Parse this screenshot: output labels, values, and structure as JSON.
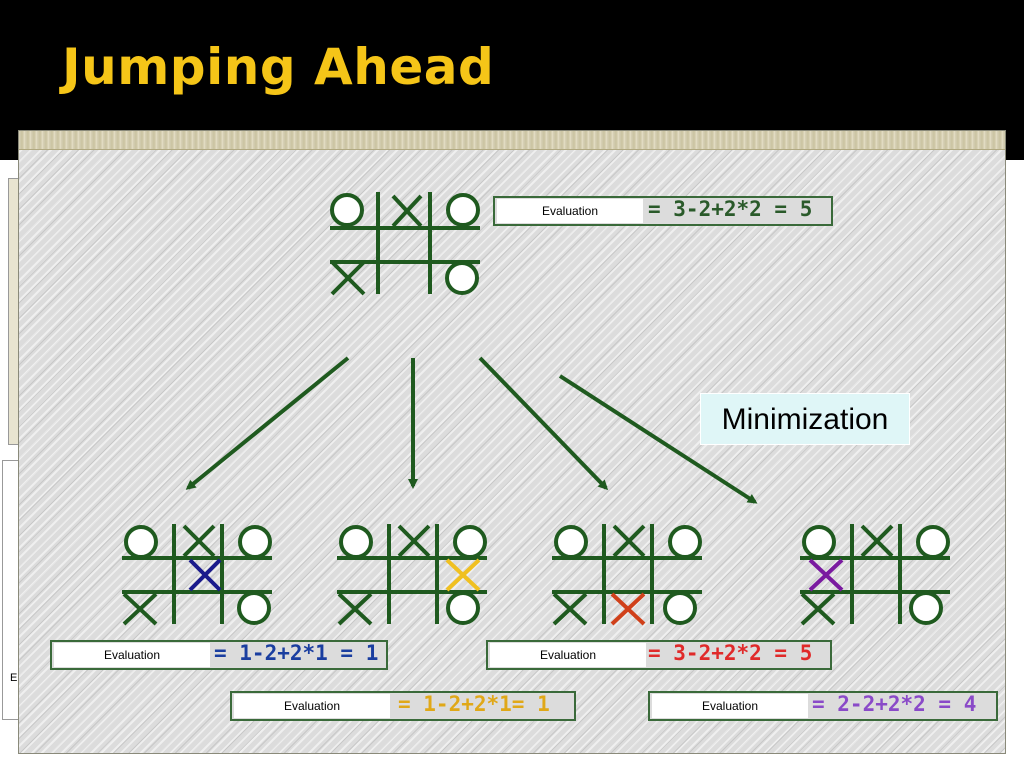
{
  "slide": {
    "title": "Jumping Ahead",
    "minimization_label": "Minimization",
    "background_fragment": "E"
  },
  "colors": {
    "title": "#f5c518",
    "board": "#1f5a1f",
    "move_blue": "#1a1a8c",
    "move_yellow": "#f0c020",
    "move_red": "#d0401a",
    "move_purple": "#7a1aa0",
    "eval_green": "#2a5a2a",
    "eval_blue": "#1a3ea0",
    "eval_yellow": "#e0a818",
    "eval_red": "#e02a2a",
    "eval_purple": "#8a4ac8"
  },
  "root": {
    "label": "Evaluation",
    "expression": "= 3-2+2*2 = 5"
  },
  "children": [
    {
      "label": "Evaluation",
      "expression": "= 1-2+2*1 = 1",
      "move_color": "blue"
    },
    {
      "label": "Evaluation",
      "expression": "= 1-2+2*1= 1",
      "move_color": "yellow"
    },
    {
      "label": "Evaluation",
      "expression": "= 3-2+2*2 = 5",
      "move_color": "red"
    },
    {
      "label": "Evaluation",
      "expression": "= 2-2+2*2 = 4",
      "move_color": "purple"
    }
  ]
}
